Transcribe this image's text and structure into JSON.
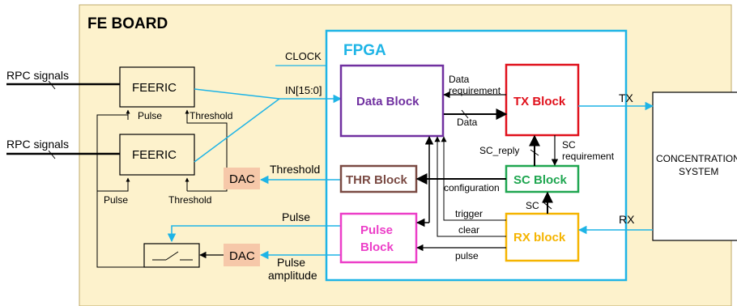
{
  "board": {
    "title": "FE BOARD",
    "fill": "#fdf2cc"
  },
  "fpga": {
    "title": "FPGA",
    "color": "#1eb4e6"
  },
  "inputs": {
    "rpc_top": "RPC signals",
    "rpc_bottom": "RPC signals"
  },
  "feeric": {
    "top": "FEERIC",
    "bottom": "FEERIC"
  },
  "feeric_pins": {
    "pulse_top": "Pulse",
    "threshold_top": "Threshold",
    "pulse_bottom": "Pulse",
    "threshold_bottom": "Threshold"
  },
  "dac": {
    "upper": "DAC",
    "lower": "DAC",
    "fill": "#f6c8a9"
  },
  "blocks": {
    "data": {
      "label": "Data Block",
      "color": "#7030a0"
    },
    "tx": {
      "label": "TX Block",
      "color": "#e0101b"
    },
    "thr": {
      "label": "THR Block",
      "color": "#7a4a43"
    },
    "sc": {
      "label": "SC Block",
      "color": "#1fa650"
    },
    "pulse": {
      "label_line1": "Pulse",
      "label_line2": "Block",
      "color": "#ec3fc8"
    },
    "rx": {
      "label": "RX block",
      "color": "#f5b400"
    }
  },
  "signals": {
    "clock": "CLOCK",
    "in_bus": "IN[15:0]",
    "data_req_line1": "Data",
    "data_req_line2": "requirement",
    "data": "Data",
    "sc_reply": "SC_reply",
    "sc_req_line1": "SC",
    "sc_req_line2": "requirement",
    "configuration": "configuration",
    "sc": "SC",
    "trigger": "trigger",
    "clear": "clear",
    "pulse_sig": "pulse",
    "threshold": "Threshold",
    "pulse_out": "Pulse",
    "pulse_amp_line1": "Pulse",
    "pulse_amp_line2": "amplitude",
    "tx": "TX",
    "rx": "RX"
  },
  "concentration": {
    "line1": "CONCENTRATION",
    "line2": "SYSTEM"
  },
  "colors": {
    "wire_blue": "#1eb4e6",
    "wire_black": "#000000",
    "arrow_blue": "#1eb4e6"
  }
}
